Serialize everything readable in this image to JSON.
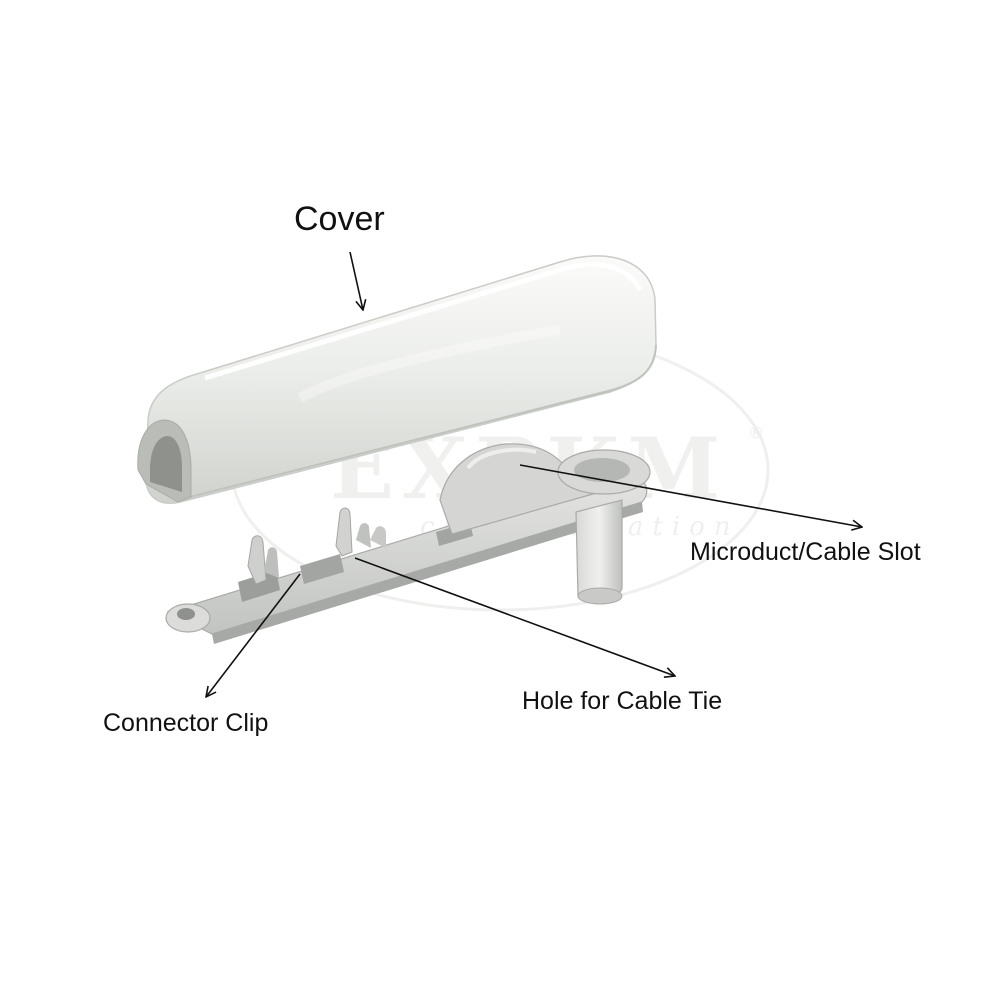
{
  "labels": {
    "cover": "Cover",
    "microduct_slot": "Microduct/Cable Slot",
    "cable_tie_hole": "Hole for Cable Tie",
    "connector_clip": "Connector Clip"
  },
  "watermark": {
    "brand_text": "EXPKM",
    "tagline_text": "communication",
    "registered_mark": "®"
  },
  "colors": {
    "background": "#ffffff",
    "cover_light": "#f4f5f2",
    "cover_mid": "#e3e5e1",
    "cover_shadow": "#c6c9c4",
    "base_light": "#e2e3e1",
    "base_dark": "#b9bbb8",
    "arrow": "#111111",
    "watermark": "#dfe0dd"
  }
}
